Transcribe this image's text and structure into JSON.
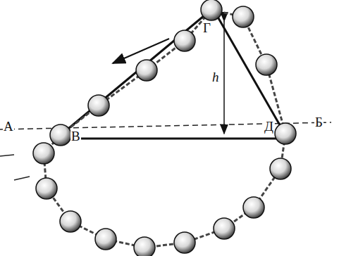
{
  "diagram": {
    "labels": [
      "А",
      "Б",
      "В",
      "Г",
      "Д",
      "h"
    ]
  }
}
